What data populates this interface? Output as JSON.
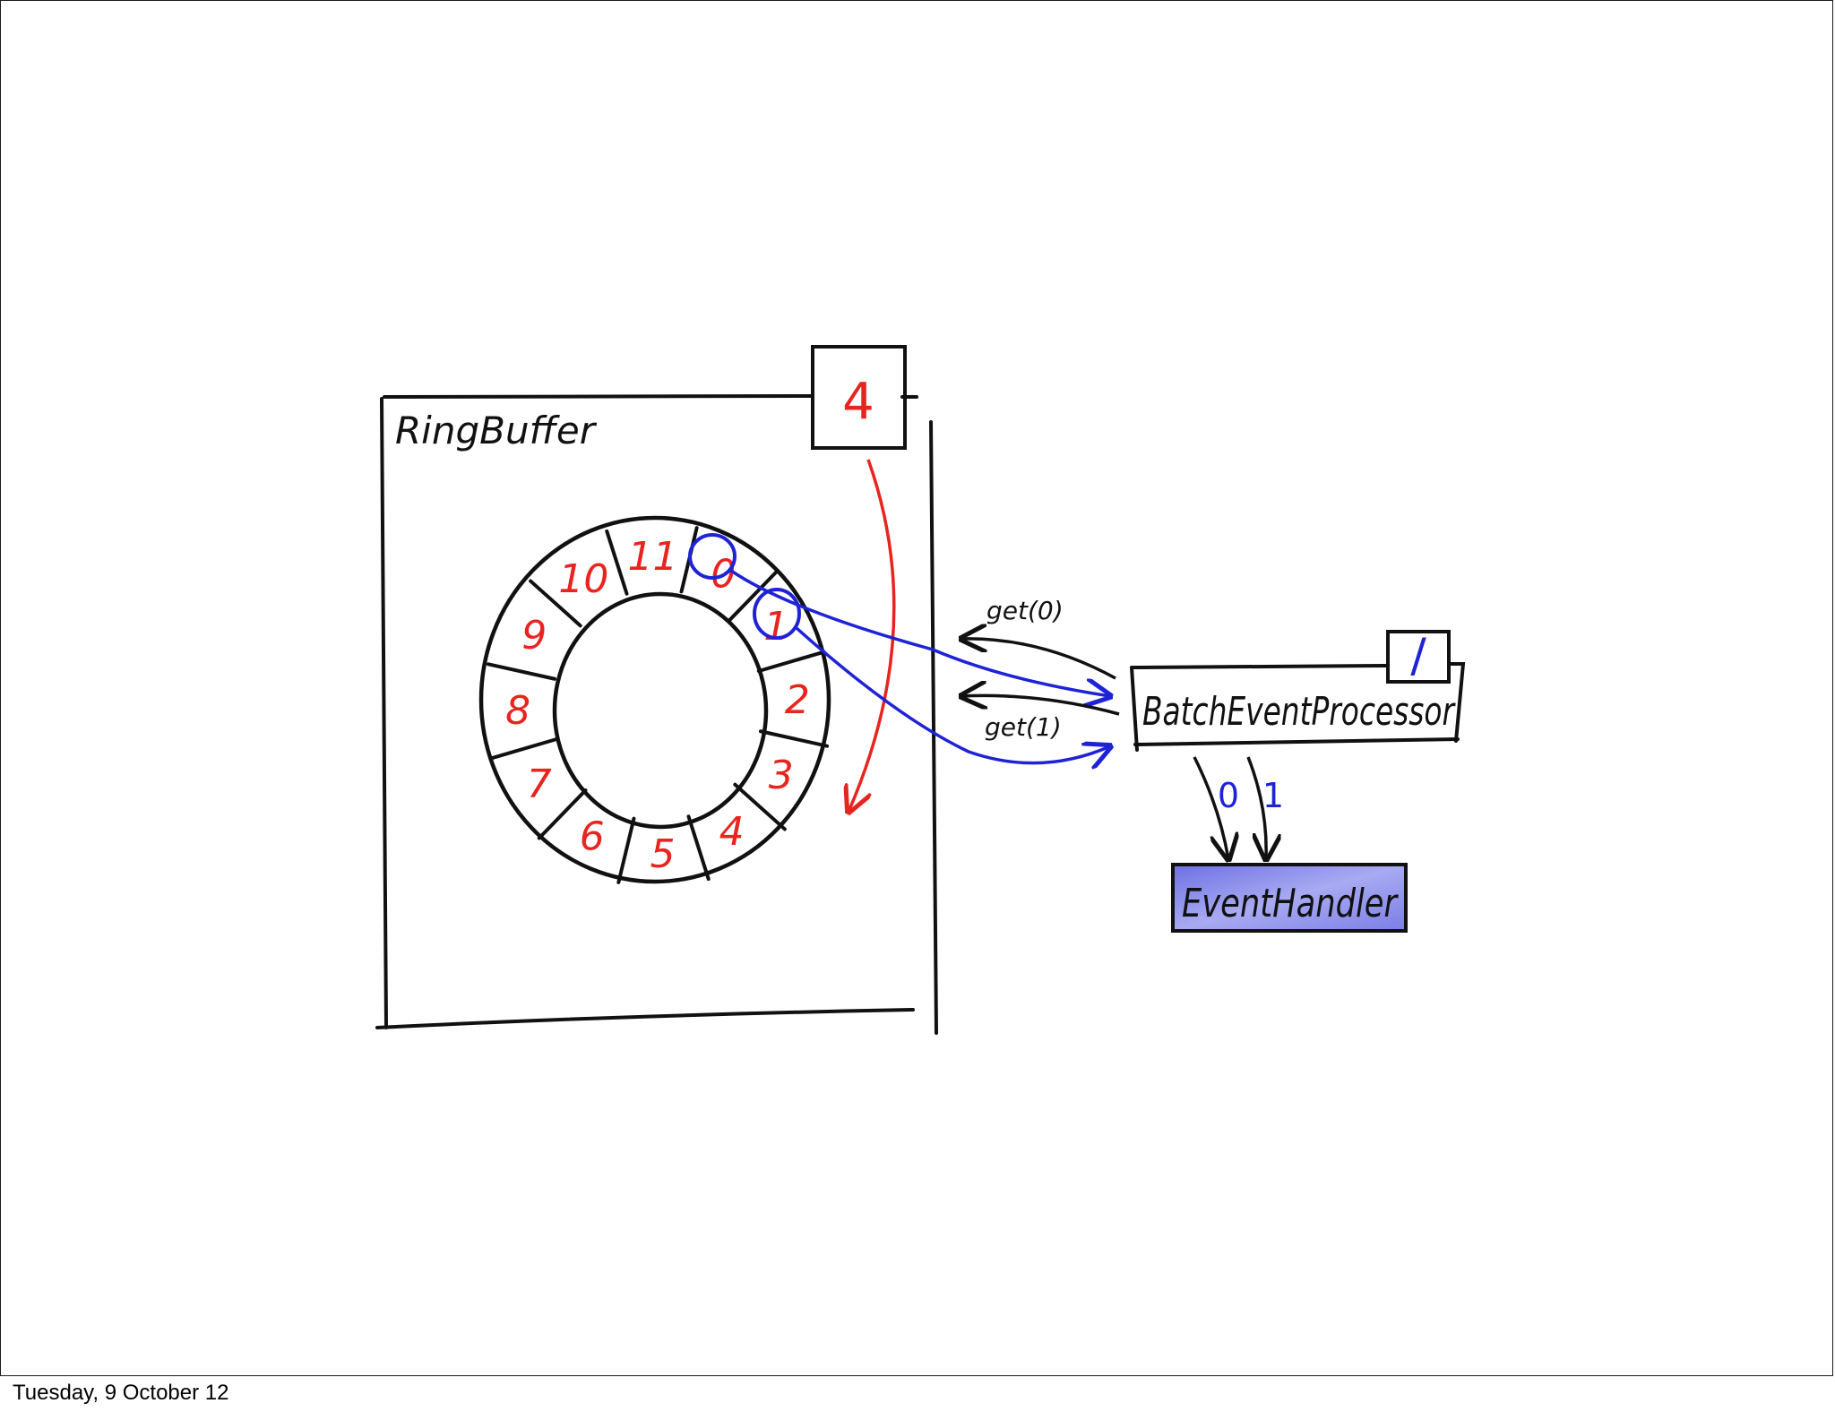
{
  "footer": {
    "date": "Tuesday, 9 October 12"
  },
  "colors": {
    "ink": "#111111",
    "red": "#e8241f",
    "blue": "#1f23d6",
    "handler_fill": "#8c8fea"
  },
  "ring_buffer": {
    "title": "RingBuffer",
    "sequence": "4",
    "slots": [
      "0",
      "1",
      "2",
      "3",
      "4",
      "5",
      "6",
      "7",
      "8",
      "9",
      "10",
      "11"
    ]
  },
  "processor": {
    "name": "BatchEventProcessor",
    "sequence": "/",
    "calls": [
      "get(0)",
      "get(1)"
    ],
    "dispatch": [
      "0",
      "1"
    ]
  },
  "handler": {
    "name": "EventHandler"
  }
}
